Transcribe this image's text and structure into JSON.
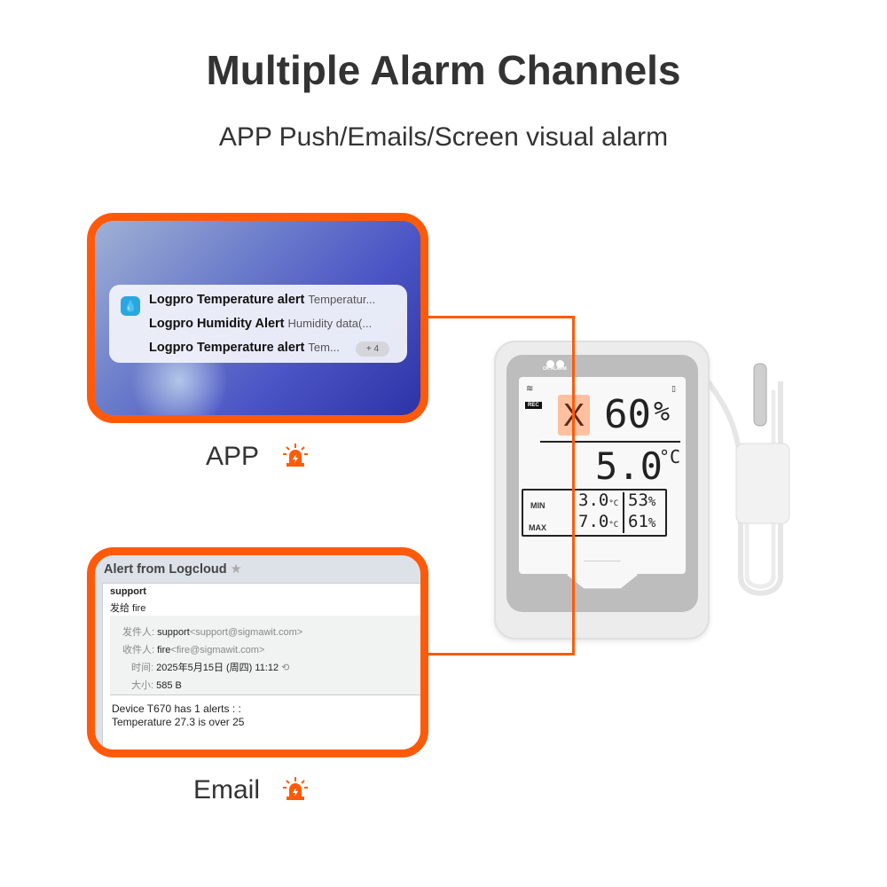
{
  "header": {
    "title": "Multiple Alarm Channels",
    "subtitle": "APP Push/Emails/Screen visual alarm"
  },
  "app_panel": {
    "label": "APP",
    "badge": "+ 4",
    "notifications": [
      {
        "title": "Logpro Temperature alert",
        "preview": "Temperatur..."
      },
      {
        "title": "Logpro Humidity Alert",
        "preview": "Humidity data(..."
      },
      {
        "title": "Logpro Temperature alert",
        "preview": "Tem..."
      }
    ]
  },
  "email_panel": {
    "label": "Email",
    "subject": "Alert from Logcloud",
    "sender": "support",
    "to_line": "发给 fire",
    "from_label": "发件人:",
    "from_name": "support",
    "from_addr": "<support@sigmawit.com>",
    "to_label": "收件人:",
    "to_name": "fire",
    "to_addr": "<fire@sigmawit.com>",
    "time_label": "时间:",
    "time": "2025年5月15日 (周四) 11:12",
    "size_label": "大小:",
    "size": "585 B",
    "body_line1": "Device T670 has 1 alerts : :",
    "body_line2": "Temperature 27.3 is over 25"
  },
  "device": {
    "leds": "OK ALARM",
    "rec": "REC",
    "alarm_mark": "X",
    "humidity": "60",
    "humidity_unit": "%",
    "temperature": "5.0",
    "temp_unit": "°C",
    "min_label": "MIN",
    "max_label": "MAX",
    "min_temp": "3.0",
    "max_temp": "7.0",
    "min_hum": "53",
    "max_hum": "61",
    "small_temp_unit": "°C",
    "small_hum_unit": "%"
  },
  "colors": {
    "accent": "#ff5a0a"
  }
}
